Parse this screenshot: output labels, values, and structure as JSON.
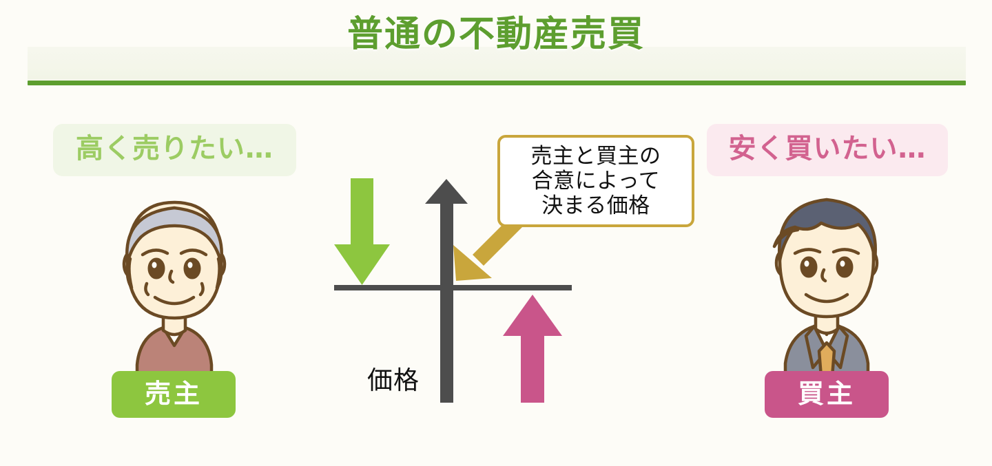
{
  "page": {
    "background_color": "#fdfcf7",
    "title": "普通の不動産売買",
    "title_color": "#5d9e2f",
    "rule_color": "#5d9e2f"
  },
  "seller": {
    "thought": "高く売りたい…",
    "thought_color": "#9ccc63",
    "thought_bg": "#f0f6e6",
    "badge_label": "売主",
    "badge_color": "#8dc63f",
    "avatar_name": "elderly-man-avatar",
    "avatar": {
      "hair_color": "#c6c9d4",
      "skin_color": "#fdf0d8",
      "outline_color": "#6b4a24",
      "vest_color": "#bb8378",
      "shirt_color": "#fffdf6"
    }
  },
  "buyer": {
    "thought": "安く買いたい…",
    "thought_color": "#d2628f",
    "thought_bg": "#fbeaef",
    "badge_label": "買主",
    "badge_color": "#c9558a",
    "avatar_name": "young-businessman-avatar",
    "avatar": {
      "hair_color": "#5b6173",
      "skin_color": "#fdf0d8",
      "outline_color": "#6b4a24",
      "suit_color": "#8a8f9c",
      "shirt_color": "#fffdf6",
      "tie_color": "#e0ac5c"
    }
  },
  "callout": {
    "lines": [
      "売主と買主の",
      "合意によって",
      "決まる価格"
    ],
    "border_color": "#c9a63c",
    "background_color": "#ffffff",
    "arrow_color": "#c9a63c",
    "arrow_direction": "down-left"
  },
  "axis": {
    "price_label": "価格",
    "axis_color": "#4d4d4d",
    "down_arrow_color": "#8dc63f",
    "down_arrow_meaning": "seller-pushes-price-down",
    "up_arrow_color": "#c9558a",
    "up_arrow_meaning": "buyer-pushes-price-up"
  }
}
